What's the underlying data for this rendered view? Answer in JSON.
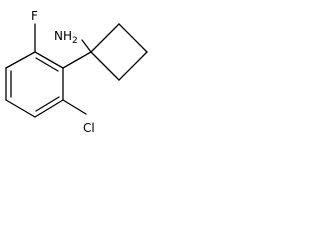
{
  "molecule": {
    "atoms": {
      "fluorine": "F",
      "amine": "NH",
      "amine_subscript": "2",
      "chlorine": "Cl"
    }
  }
}
